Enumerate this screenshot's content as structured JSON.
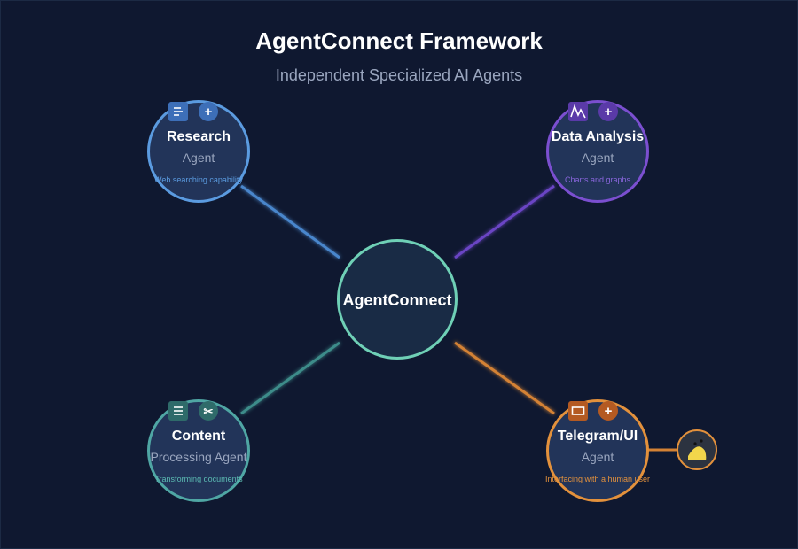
{
  "header": {
    "title": "AgentConnect Framework",
    "subtitle": "Independent Specialized AI Agents"
  },
  "hub": {
    "label": "AgentConnect",
    "color": "#6fd0b6"
  },
  "agents": [
    {
      "id": "research",
      "name": "Research",
      "kind": "Agent",
      "capability": "Web searching capability",
      "color": "#5b9be0",
      "capability_color": "#5b9be0",
      "icons": [
        "document-icon",
        "plus-icon"
      ]
    },
    {
      "id": "data-analysis",
      "name": "Data Analysis",
      "kind": "Agent",
      "capability": "Charts and graphs",
      "color": "#7b4fd0",
      "capability_color": "#8a66dd",
      "icons": [
        "chart-icon",
        "plus-icon"
      ]
    },
    {
      "id": "content",
      "name": "Content",
      "kind": "Processing Agent",
      "capability": "Transforming documents",
      "color": "#4fa6a4",
      "capability_color": "#5cbcb4",
      "icons": [
        "list-icon",
        "scissors-icon"
      ]
    },
    {
      "id": "telegram-ui",
      "name": "Telegram/UI",
      "kind": "Agent",
      "capability": "Interfacing with a human user",
      "color": "#e3913c",
      "capability_color": "#e3913c",
      "icons": [
        "window-icon",
        "plus-icon"
      ]
    }
  ],
  "user": {
    "icon": "user-face-icon",
    "color": "#e3913c"
  },
  "background": "#0f1830"
}
